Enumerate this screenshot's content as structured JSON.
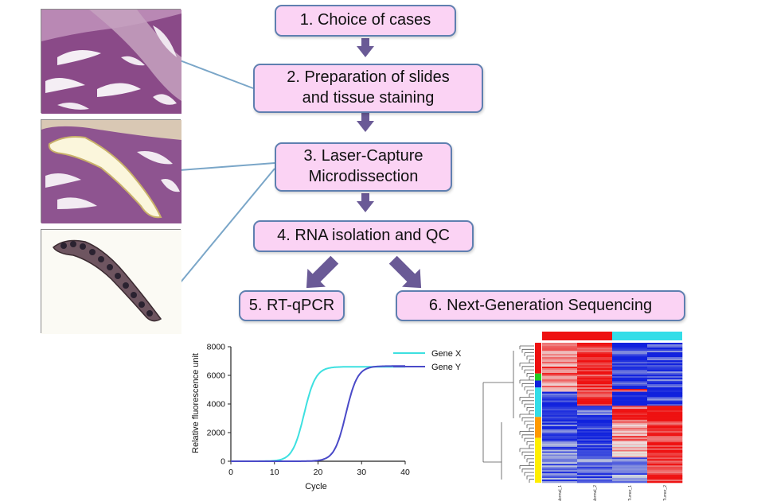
{
  "colors": {
    "box_fill": "#fbd3f4",
    "box_border": "#5f7fb0",
    "arrow": "#6a5a96",
    "connector": "#7aa6c8",
    "gene_x": "#3de0e0",
    "gene_y": "#4a4ac8",
    "heat_red": "#ee1111",
    "heat_blue": "#1122dd",
    "heat_cyan": "#33dde8"
  },
  "steps": [
    {
      "id": "step-1",
      "label": "1. Choice of cases"
    },
    {
      "id": "step-2",
      "label": "2. Preparation of slides\nand tissue staining"
    },
    {
      "id": "step-3",
      "label": "3. Laser-Capture\n   Microdissection"
    },
    {
      "id": "step-4",
      "label": "4. RNA isolation and QC"
    },
    {
      "id": "step-5",
      "label": "5. RT-qPCR"
    },
    {
      "id": "step-6",
      "label": "6. Next-Generation Sequencing"
    }
  ],
  "images": [
    {
      "name": "stained-tissue-section",
      "kind": "histology-section"
    },
    {
      "name": "microdissected-tissue-section",
      "kind": "histology-section-with-cut"
    },
    {
      "name": "captured-tissue-fragment",
      "kind": "captured-fragment"
    }
  ],
  "chart_data": {
    "type": "line",
    "xlabel": "Cycle",
    "ylabel": "Relative fluorescence unit",
    "xlim": [
      0,
      40
    ],
    "ylim": [
      0,
      8000
    ],
    "xticks": [
      0,
      10,
      20,
      30,
      40
    ],
    "yticks": [
      0,
      2000,
      4000,
      6000,
      8000
    ],
    "legend_position": "top-right",
    "series": [
      {
        "name": "Gene X",
        "color": "#3de0e0",
        "plateau": 6600,
        "midpoint_cycle": 16.8,
        "slope": 0.75,
        "x": [
          0,
          10,
          12,
          14,
          15,
          16,
          17,
          18,
          19,
          20,
          22,
          25,
          30,
          40
        ],
        "y": [
          0,
          20,
          150,
          800,
          1550,
          2600,
          3950,
          5100,
          5850,
          6250,
          6500,
          6580,
          6600,
          6600
        ]
      },
      {
        "name": "Gene Y",
        "color": "#4a4ac8",
        "plateau": 6650,
        "midpoint_cycle": 26.4,
        "slope": 0.75,
        "x": [
          0,
          20,
          22,
          24,
          25,
          26,
          27,
          28,
          29,
          30,
          32,
          35,
          40
        ],
        "y": [
          0,
          30,
          220,
          1000,
          1800,
          2900,
          4200,
          5300,
          5950,
          6300,
          6550,
          6630,
          6650
        ]
      }
    ]
  },
  "heatmap": {
    "column_labels": [
      "Normal_1",
      "Normal_2",
      "Tumor_1",
      "Tumor_2"
    ],
    "column_groups": [
      "#ee1111",
      "#ee1111",
      "#33dde8",
      "#33dde8"
    ],
    "row_groups": [
      {
        "color": "#ee1111",
        "fraction": 0.22
      },
      {
        "color": "#22cc22",
        "fraction": 0.05
      },
      {
        "color": "#1122dd",
        "fraction": 0.05
      },
      {
        "color": "#33dde8",
        "fraction": 0.21
      },
      {
        "color": "#ff9900",
        "fraction": 0.15
      },
      {
        "color": "#ffee00",
        "fraction": 0.32
      }
    ],
    "blocks": [
      {
        "fraction": 0.33,
        "values": [
          0.55,
          0.95,
          -0.9,
          -0.85
        ]
      },
      {
        "fraction": 0.02,
        "values": [
          0.2,
          0.9,
          0.7,
          -0.9
        ]
      },
      {
        "fraction": 0.05,
        "values": [
          -0.8,
          0.95,
          -0.8,
          -0.9
        ]
      },
      {
        "fraction": 0.05,
        "values": [
          -0.9,
          0.9,
          -0.9,
          -0.8
        ]
      },
      {
        "fraction": 0.1,
        "values": [
          -0.9,
          -0.8,
          0.7,
          0.95
        ]
      },
      {
        "fraction": 0.15,
        "values": [
          -0.8,
          -0.95,
          0.5,
          0.95
        ]
      },
      {
        "fraction": 0.12,
        "values": [
          -0.6,
          -0.9,
          0.3,
          0.9
        ]
      },
      {
        "fraction": 0.18,
        "values": [
          -0.5,
          -0.6,
          -0.5,
          0.95
        ]
      }
    ]
  }
}
